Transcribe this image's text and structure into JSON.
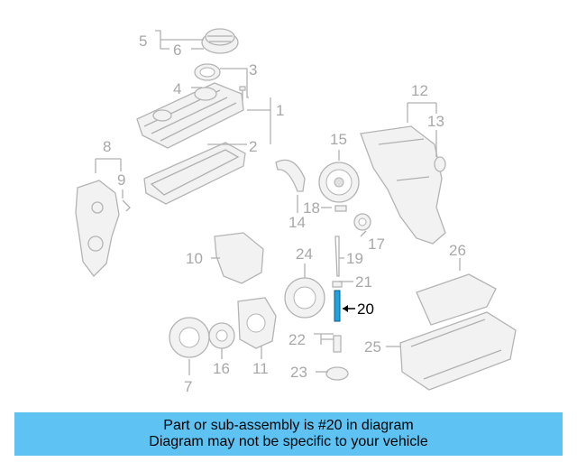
{
  "diagram": {
    "callouts": [
      "5",
      "6",
      "3",
      "4",
      "1",
      "2",
      "8",
      "9",
      "15",
      "12",
      "13",
      "14",
      "18",
      "17",
      "24",
      "19",
      "21",
      "20",
      "26",
      "10",
      "22",
      "25",
      "16",
      "11",
      "7",
      "23"
    ],
    "highlighted_part": "20",
    "accent_color": "#5ec2f2",
    "highlight_color": "#1fa2e0"
  },
  "banner": {
    "line1": "Part or sub-assembly is #20 in diagram",
    "line2": "Diagram may not be specific to your vehicle"
  }
}
